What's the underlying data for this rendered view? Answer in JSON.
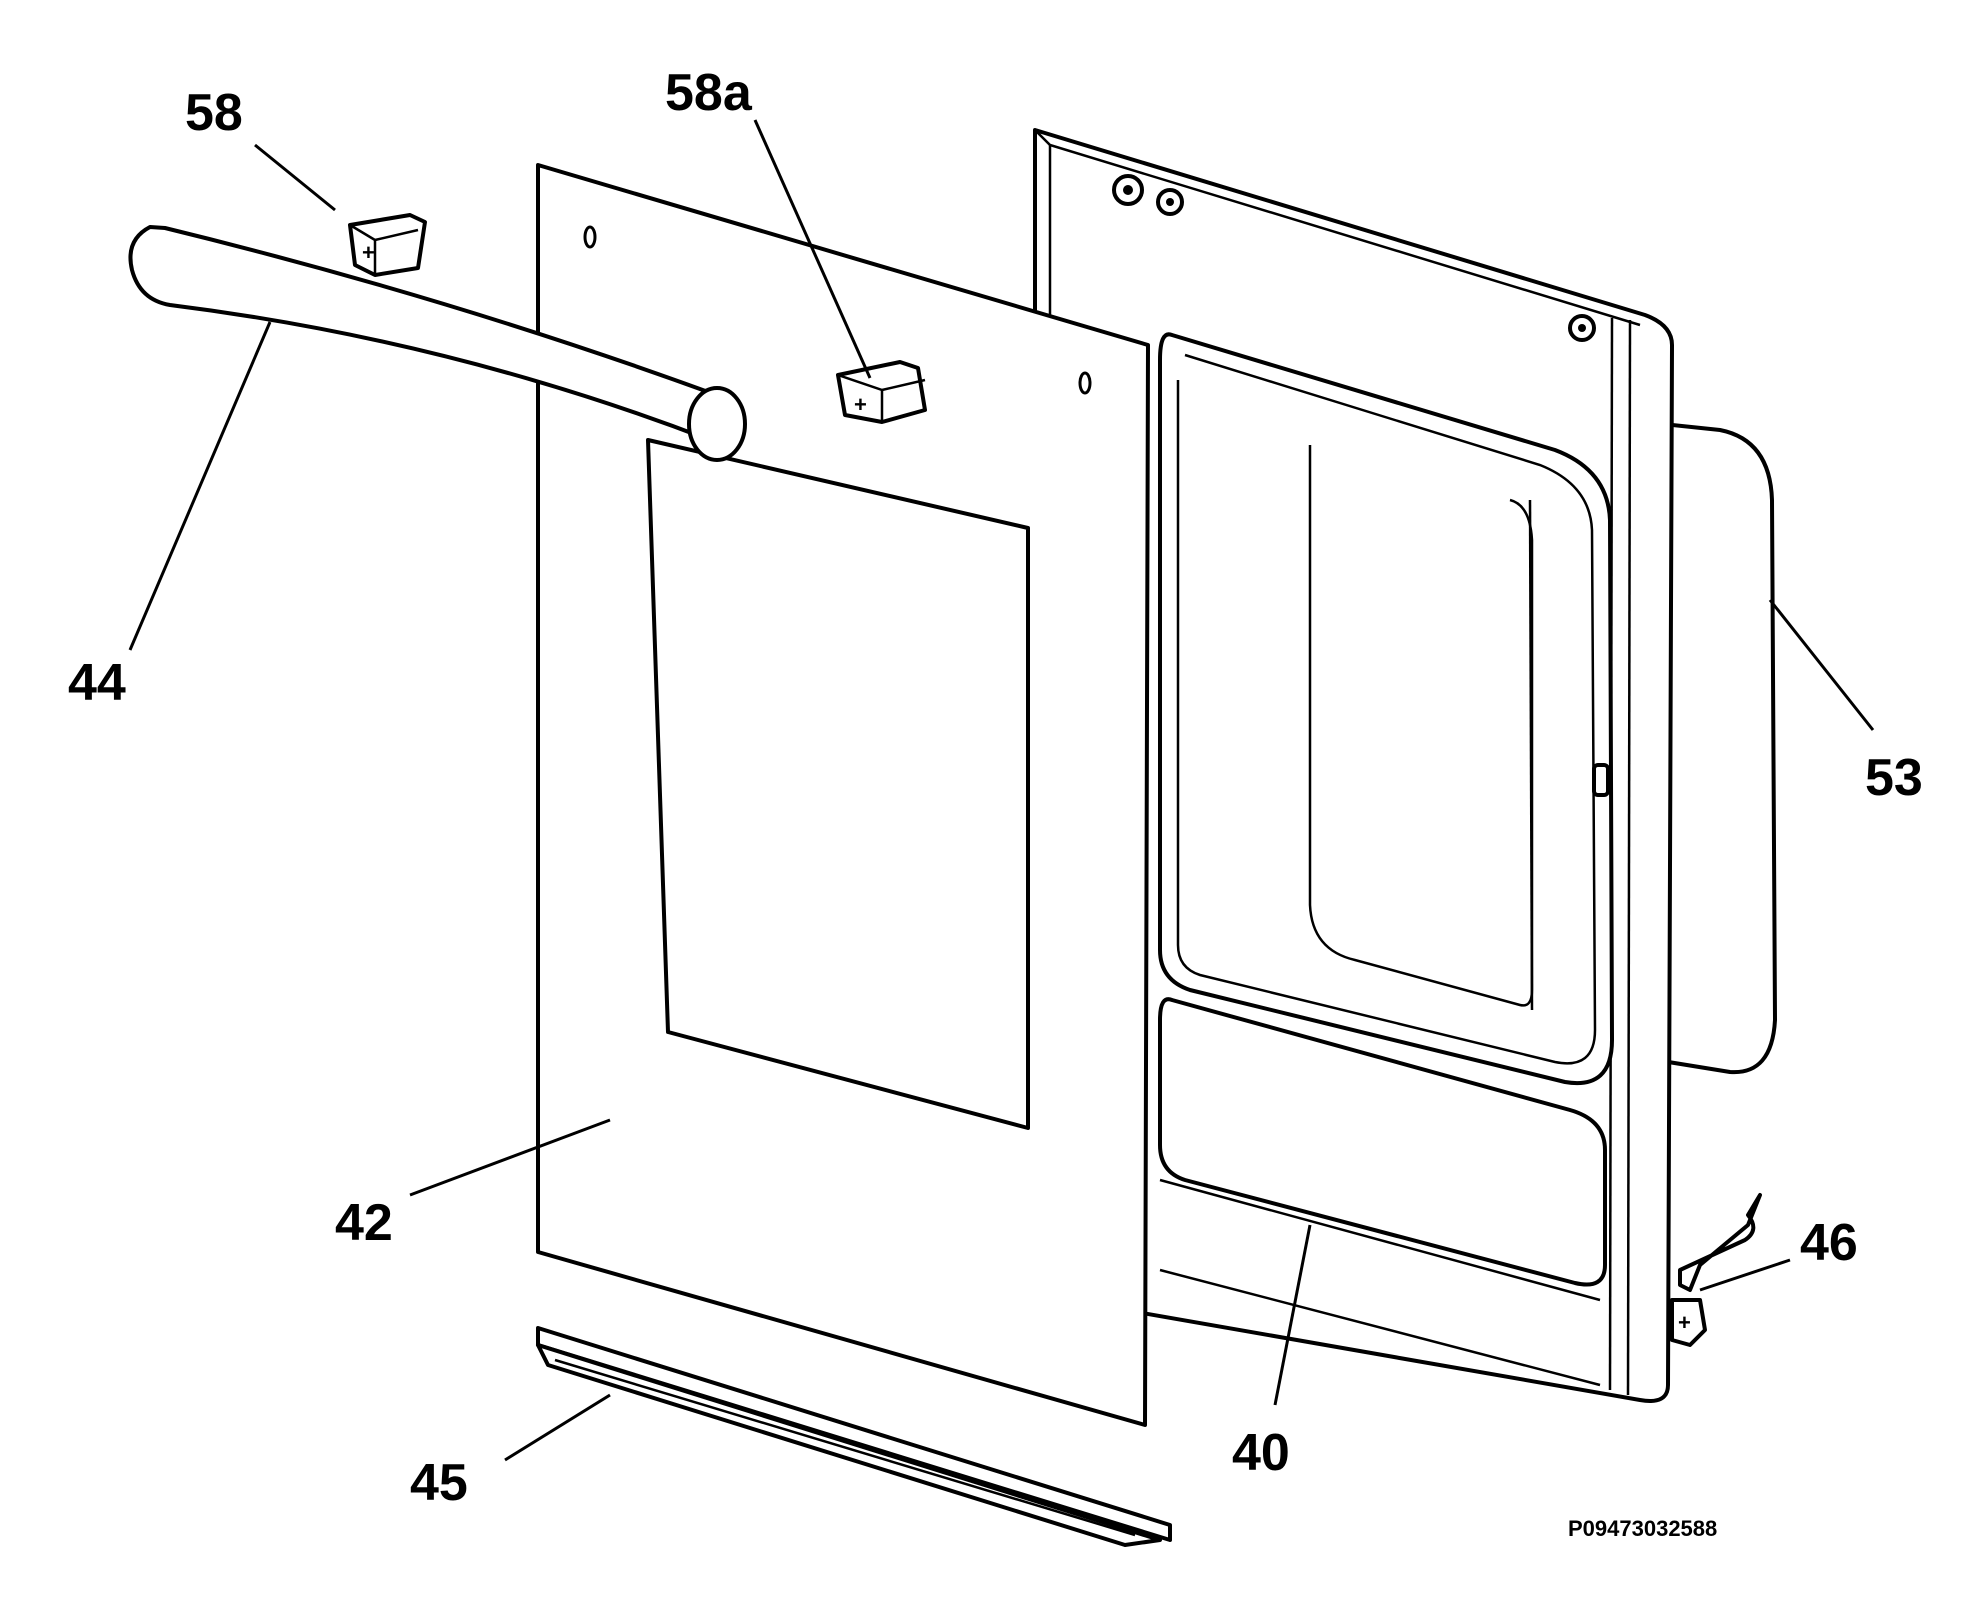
{
  "labels": {
    "p58": "58",
    "p58a": "58a",
    "p44": "44",
    "p42": "42",
    "p45": "45",
    "p40": "40",
    "p46": "46",
    "p53": "53"
  },
  "reference_code": "P09473032588"
}
